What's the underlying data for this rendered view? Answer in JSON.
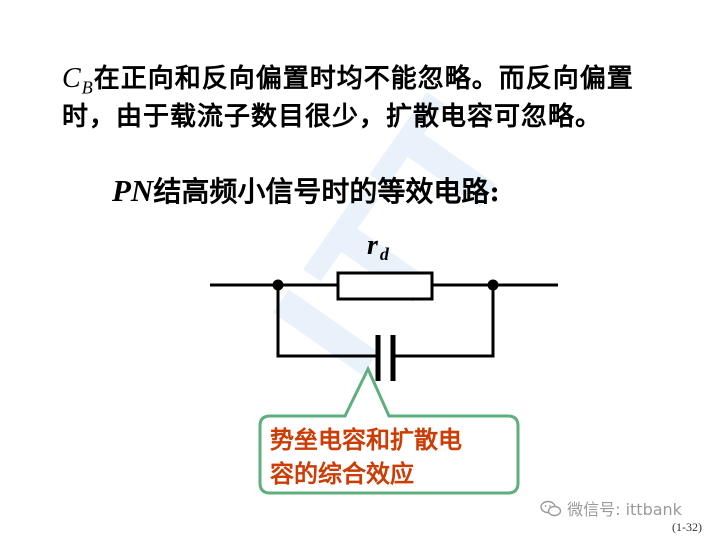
{
  "text": {
    "line1_symbol": "C",
    "line1_symbol_sub": "B",
    "line1_text": "在正向和反向偏置时均不能忽略。而反向偏置",
    "line2_text": "时，由于载流子数目很少，扩散电容可忽略。",
    "subtitle_prefix": "PN",
    "subtitle_text": "结高频小信号时的等效电路:"
  },
  "circuit": {
    "resistor_label": "r",
    "resistor_label_sub": "d",
    "callout_line1": "势垒电容和扩散电",
    "callout_line2": "容的综合效应"
  },
  "footer": {
    "wechat_label": "微信号: ittbank",
    "page_number": "(1-32)"
  },
  "colors": {
    "callout_border": "#5fae7e",
    "callout_text": "#cc3d06",
    "wire": "#000000",
    "watermark": "#e9f2fb"
  }
}
